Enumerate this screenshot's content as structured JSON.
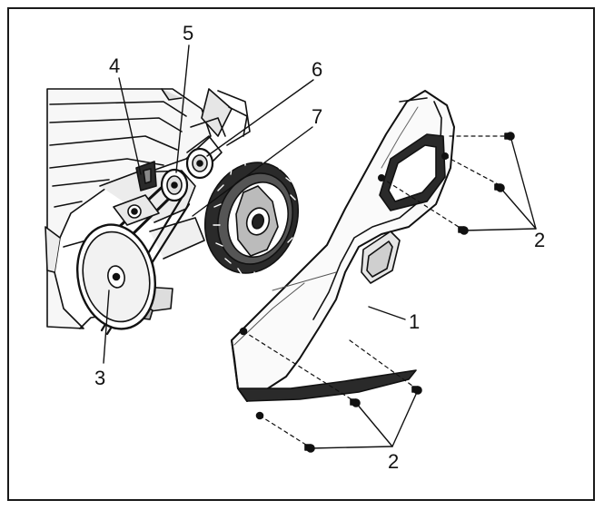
{
  "callouts": {
    "c1": "1",
    "c2_right": "2",
    "c2_bottom": "2",
    "c3": "3",
    "c4": "4",
    "c5": "5",
    "c6": "6",
    "c7": "7"
  },
  "colors": {
    "line": "#111111",
    "shade": "#d9d9d9",
    "dark": "#2a2a2a",
    "panel": "#f2f2f2"
  }
}
